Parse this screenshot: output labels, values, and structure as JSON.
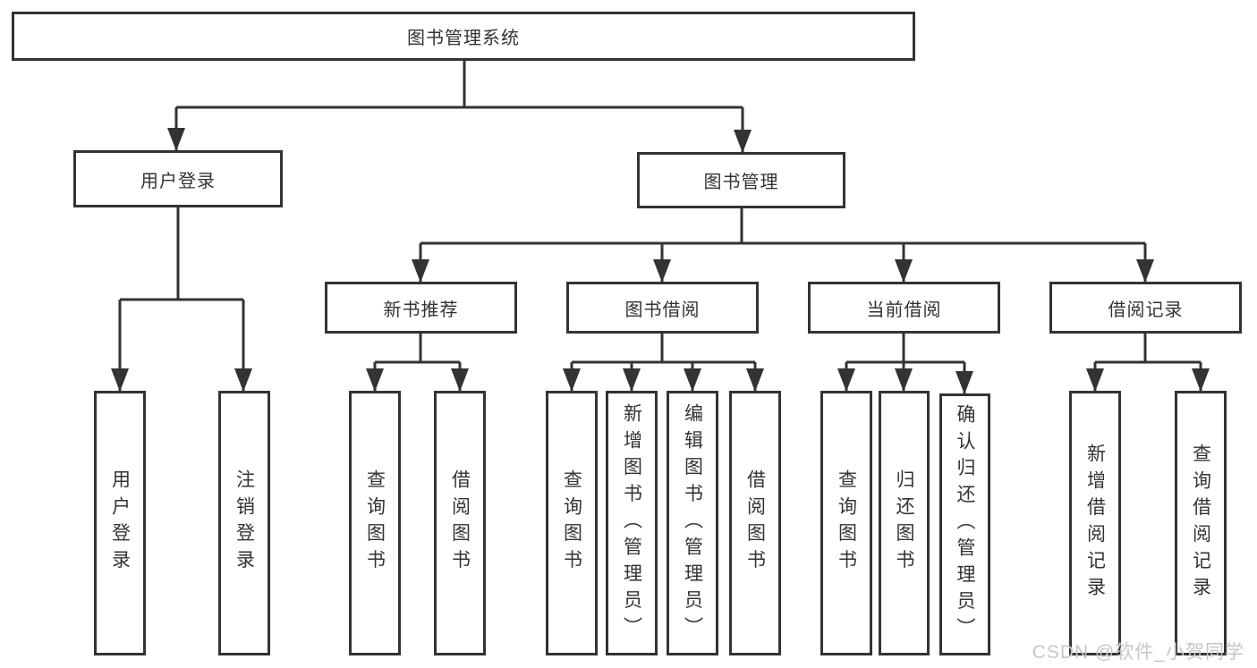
{
  "tree": {
    "root": "图书管理系统",
    "user_login": {
      "label": "用户登录",
      "children": [
        "用户登录",
        "注销登录"
      ]
    },
    "book_mgmt": {
      "label": "图书管理",
      "sections": {
        "new_book_rec": {
          "label": "新书推荐",
          "children": [
            "查询图书",
            "借阅图书"
          ]
        },
        "book_borrow": {
          "label": "图书借阅",
          "children": [
            "查询图书",
            "新增图书（管理员）",
            "编辑图书（管理员）",
            "借阅图书"
          ]
        },
        "current_borrow": {
          "label": "当前借阅",
          "children": [
            "查询图书",
            "归还图书",
            "确认归还（管理员）"
          ]
        },
        "borrow_records": {
          "label": "借阅记录",
          "children": [
            "新增借阅记录",
            "查询借阅记录"
          ]
        }
      }
    }
  },
  "watermark": "CSDN @软件_小贺同学",
  "colors": {
    "line": "#333333",
    "box_border": "#333333",
    "box_fill": "#ffffff",
    "text": "#333333",
    "watermark": "#c6c6c6"
  }
}
